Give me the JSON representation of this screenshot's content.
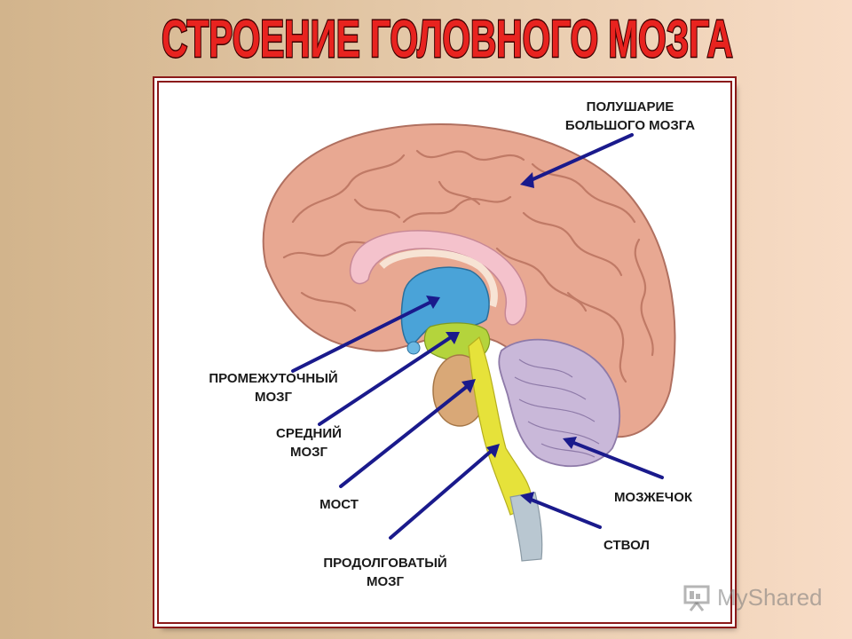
{
  "title": "СТРОЕНИЕ ГОЛОВНОГО МОЗГА",
  "labels": {
    "hemisphere": [
      "ПОЛУШАРИЕ",
      "БОЛЬШОГО МОЗГА"
    ],
    "diencephalon": [
      "ПРОМЕЖУТОЧНЫЙ",
      "МОЗГ"
    ],
    "midbrain": [
      "СРЕДНИЙ",
      "МОЗГ"
    ],
    "pons": "МОСТ",
    "medulla": [
      "ПРОДОЛГОВАТЫЙ",
      "МОЗГ"
    ],
    "cerebellum": "МОЗЖЕЧОК",
    "stem": "СТВОЛ"
  },
  "watermark": "MyShared",
  "colors": {
    "title_fill": "#e8231f",
    "arrow": "#1a1a8c",
    "frame_border": "#8b1a1a",
    "cortex": "#e8a892",
    "diencephalon": "#4aa3d8",
    "midbrain": "#b4d43c",
    "pons": "#d9a877",
    "medulla": "#e6e23a",
    "cerebellum": "#c9b8d9",
    "spinal_cord": "#b9c7d1"
  },
  "icons": {
    "watermark_logo": "presentation-board-icon"
  }
}
